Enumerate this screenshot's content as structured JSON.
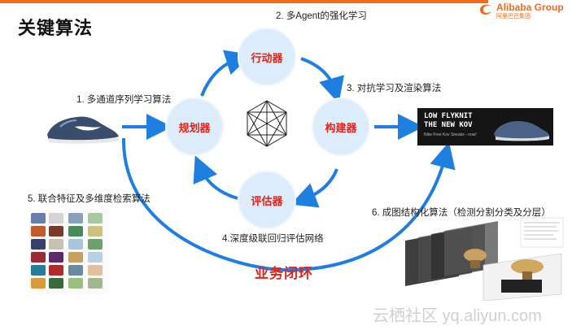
{
  "slide": {
    "title": "关键算法",
    "logo": {
      "brand": "Alibaba Group",
      "sub": "阿里巴巴集团"
    },
    "watermark": "云栖社区 yq.aliyun.com"
  },
  "nodes": [
    {
      "id": "action",
      "label": "行动器"
    },
    {
      "id": "planner",
      "label": "规划器"
    },
    {
      "id": "builder",
      "label": "构建器"
    },
    {
      "id": "evaluator",
      "label": "评估器"
    }
  ],
  "captions": {
    "c1": "1. 多通道序列学习算法",
    "c2": "2. 多Agent的强化学习",
    "c3": "3. 对抗学习及渲染算法",
    "c4": "4.深度级联回归评估网络",
    "c5": "5. 联合特征及多维度检索算法",
    "c6": "6. 成图结构化算法（检测分割分类及分层）"
  },
  "loop_label": "业务闭环",
  "banner": {
    "line1": "LOW FLYKNIT",
    "line2": "THE NEW KOV",
    "line3": "Nike Free Kov Sneaks - now!"
  },
  "colors": {
    "accent_red": "#e2231a",
    "arrow_blue": "#1f7fe0",
    "node_fill": "#dcecfb",
    "brand_orange": "#f06b1c"
  }
}
